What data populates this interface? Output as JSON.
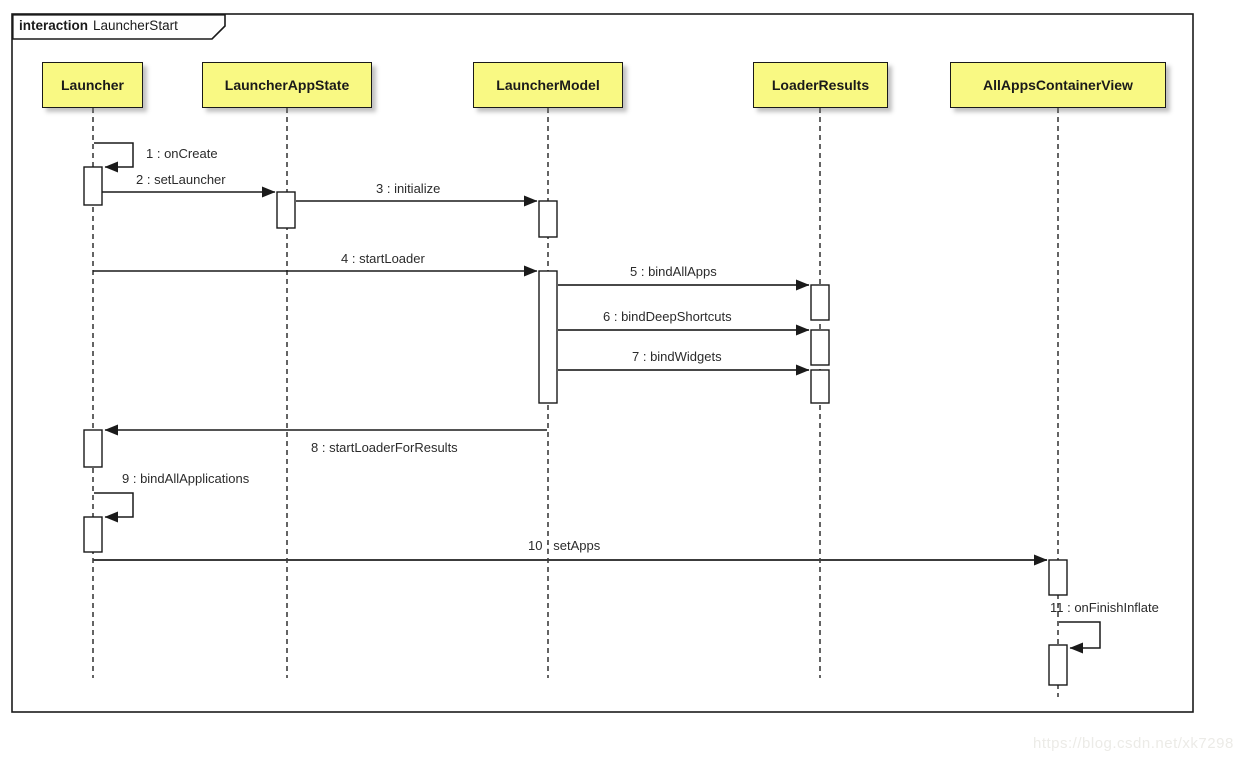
{
  "frame": {
    "keyword": "interaction",
    "title": "LauncherStart"
  },
  "participants": [
    {
      "name": "Launcher"
    },
    {
      "name": "LauncherAppState"
    },
    {
      "name": "LauncherModel"
    },
    {
      "name": "LoaderResults"
    },
    {
      "name": "AllAppsContainerView"
    }
  ],
  "messages": [
    {
      "num": 1,
      "label": "1 : onCreate",
      "from": "Launcher",
      "to": "Launcher",
      "type": "self"
    },
    {
      "num": 2,
      "label": "2 : setLauncher",
      "from": "Launcher",
      "to": "LauncherAppState",
      "type": "call"
    },
    {
      "num": 3,
      "label": "3 : initialize",
      "from": "LauncherAppState",
      "to": "LauncherModel",
      "type": "call"
    },
    {
      "num": 4,
      "label": "4 : startLoader",
      "from": "Launcher",
      "to": "LauncherModel",
      "type": "call"
    },
    {
      "num": 5,
      "label": "5 : bindAllApps",
      "from": "LauncherModel",
      "to": "LoaderResults",
      "type": "call"
    },
    {
      "num": 6,
      "label": "6 : bindDeepShortcuts",
      "from": "LauncherModel",
      "to": "LoaderResults",
      "type": "call"
    },
    {
      "num": 7,
      "label": "7 : bindWidgets",
      "from": "LauncherModel",
      "to": "LoaderResults",
      "type": "call"
    },
    {
      "num": 8,
      "label": "8 : startLoaderForResults",
      "from": "LauncherModel",
      "to": "Launcher",
      "type": "call"
    },
    {
      "num": 9,
      "label": "9 : bindAllApplications",
      "from": "Launcher",
      "to": "Launcher",
      "type": "self"
    },
    {
      "num": 10,
      "label": "10 : setApps",
      "from": "Launcher",
      "to": "AllAppsContainerView",
      "type": "call"
    },
    {
      "num": 11,
      "label": "11 : onFinishInflate",
      "from": "AllAppsContainerView",
      "to": "AllAppsContainerView",
      "type": "self"
    }
  ],
  "watermark": "https://blog.csdn.net/xk7298",
  "colors": {
    "participant_fill": "#F9F983",
    "participant_border": "#1A1A1A",
    "line": "#1A1A1A",
    "label_text": "#2B2B2B",
    "watermark_text": "#ECEBE7"
  }
}
